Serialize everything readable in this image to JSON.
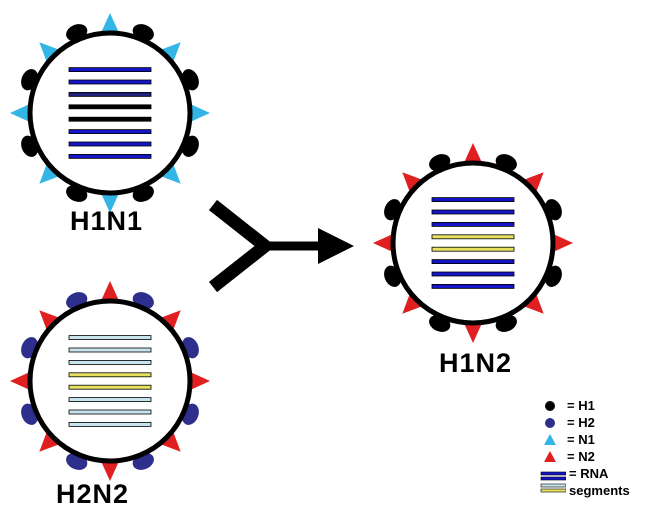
{
  "viruses": [
    {
      "id": "h1n1",
      "label": "H1N1",
      "h": "H1",
      "n": "N1",
      "rna": [
        "blue",
        "blue",
        "navy",
        "black",
        "black",
        "blue",
        "blue",
        "blue"
      ]
    },
    {
      "id": "h2n2",
      "label": "H2N2",
      "h": "H2",
      "n": "N2",
      "rna": [
        "pale",
        "pale",
        "pale",
        "yellow",
        "yellow",
        "pale",
        "pale",
        "pale"
      ]
    },
    {
      "id": "h1n2",
      "label": "H1N2",
      "h": "H1",
      "n": "N2",
      "rna": [
        "blue",
        "blue",
        "blue",
        "yellow",
        "yellow",
        "blue",
        "blue",
        "blue"
      ]
    }
  ],
  "legend": {
    "h1": "= H1",
    "h2": "= H2",
    "n1": "= N1",
    "n2": "= N2",
    "rna": "= RNA",
    "segments": "segments"
  },
  "colors": {
    "h1": "#000000",
    "h2": "#2e2e8c",
    "n1": "#33b5e5",
    "n2": "#e02020",
    "rna_blue": "#1515c8",
    "rna_navy": "#20207a",
    "rna_black": "#000000",
    "rna_pale": "#c8e4ec",
    "rna_yellow": "#e8e060"
  },
  "icons": {
    "arrow": "merge-arrow-icon",
    "h_spike": "hemagglutinin-icon",
    "n_spike": "neuraminidase-icon"
  }
}
